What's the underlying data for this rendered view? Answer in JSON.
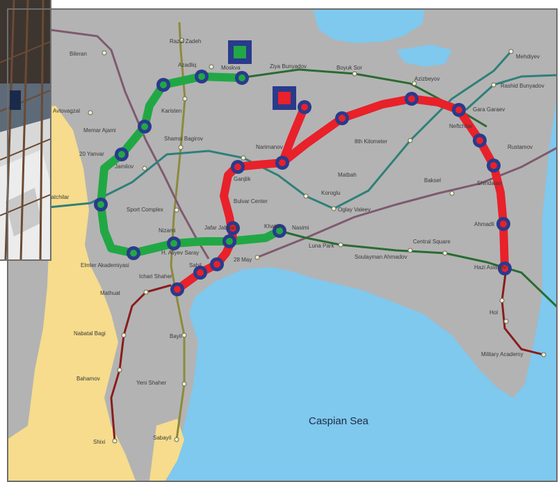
{
  "map": {
    "sea_label": "Caspian Sea",
    "colors": {
      "land": "#b3b3b3",
      "water": "#7fc8ee",
      "beach": "#f6dc8c",
      "line_red": "#e8212a",
      "line_green": "#21a845",
      "line_dark_red": "#8a1c1c",
      "line_teal": "#2f7f7a",
      "line_olive": "#8c8a3c",
      "line_purple": "#7e5a6e",
      "line_dark_green": "#2a6b32",
      "station_marker": "#2a3a8c"
    },
    "stations": [
      "Bileran",
      "Razul Zadeh",
      "Azadliq",
      "Moskva",
      "Ziya Bunyadov",
      "Boyuk Sor",
      "Azizbeyov",
      "Mehdiyev",
      "Rashid Bunyadov",
      "Gara Garaev",
      "Neftchilar",
      "Rustamov",
      "Shindalan",
      "Ahmadli",
      "Hazi Aslanov",
      "Hol",
      "Military Academy",
      "Avtovagzal",
      "Memar Ajami",
      "20 Yanvar",
      "Jamilov",
      "Inschaatchilar",
      "Sport Complex",
      "Nizami",
      "H. Aliyev Saray",
      "Jafar Jabbarly",
      "Khatai",
      "Elmler Akademiyasi",
      "Ichari Shaher",
      "Sahil",
      "28 May",
      "Bayil",
      "Mathuat",
      "Nabatal Bagi",
      "Bahamov",
      "Yeni Shaher",
      "Sabayil",
      "Shixi",
      "Karisten",
      "Shamsi Bagirov",
      "Narimanov",
      "Ganjlik",
      "8th Kilometer",
      "Matbah",
      "Koroglu",
      "Bulvar Center",
      "Oglay Valeev",
      "Baksel",
      "Luna Park",
      "Central Square",
      "Soulayman Ahmadov",
      "Nasimi"
    ]
  }
}
